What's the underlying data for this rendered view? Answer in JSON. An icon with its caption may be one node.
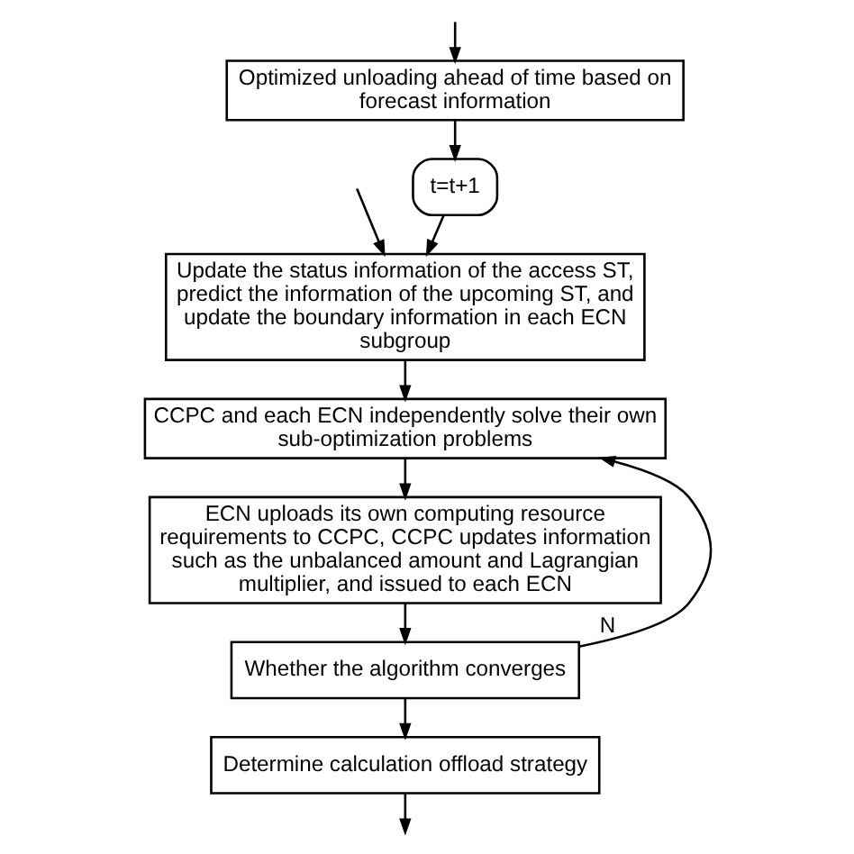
{
  "diagram": {
    "nodes": [
      {
        "text": [
          "Optimized unloading ahead of time based on forecast information"
        ]
      },
      {
        "text": [
          "t=t+1"
        ]
      },
      {
        "text": [
          "Update the status information of the access ST, predict the information of the upcoming ST, and update the boundary information in each ECN subgroup"
        ]
      },
      {
        "text": [
          "CCPC and each ECN independently solve their own sub-optimization problems"
        ]
      },
      {
        "text": [
          "ECN uploads its own computing resource requirements to CCPC, CCPC updates information such as the unbalanced amount and Lagrangian multiplier, and issued to each ECN"
        ]
      },
      {
        "text": [
          "Whether the algorithm converges"
        ]
      },
      {
        "text": [
          "Determine calculation offload strategy"
        ]
      }
    ],
    "edges": [
      {
        "from": null,
        "to": 0,
        "arrow": "to"
      },
      {
        "from": 0,
        "to": 1,
        "arrow": "to"
      },
      {
        "from": 1,
        "to": 2,
        "arrow": "to"
      },
      {
        "from": 2,
        "to": 3,
        "arrow": "to"
      },
      {
        "from": 3,
        "to": 4,
        "arrow": "to"
      },
      {
        "from": 4,
        "to": 5,
        "arrow": "to"
      },
      {
        "from": 5,
        "to": 3,
        "arrow": "to",
        "label": "N"
      },
      {
        "from": 5,
        "to": 6,
        "arrow": "to"
      },
      {
        "from": 6,
        "to": null,
        "arrow": "to"
      },
      {
        "from": null,
        "to": 2,
        "arrow": "to"
      }
    ]
  }
}
